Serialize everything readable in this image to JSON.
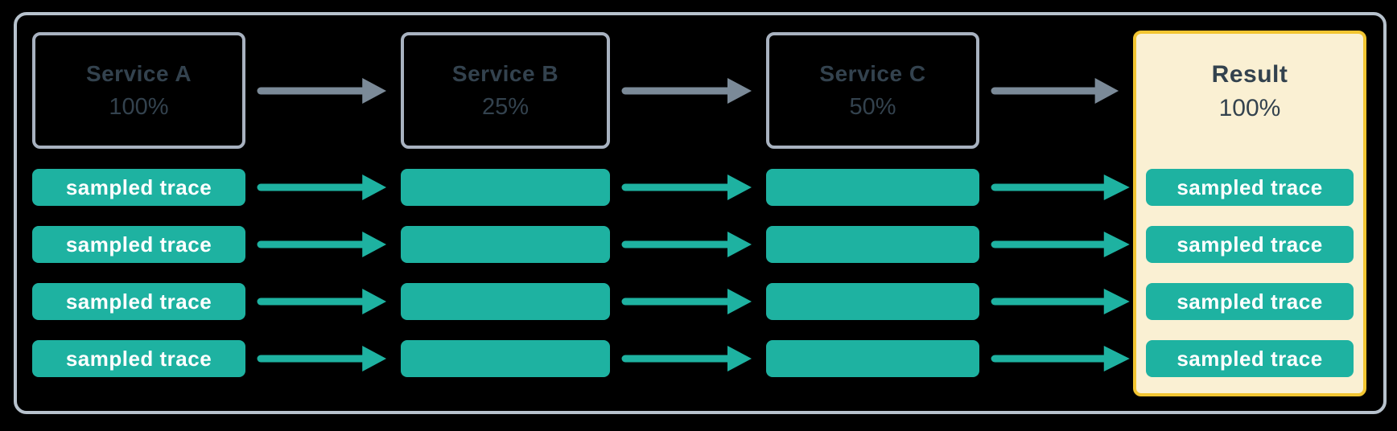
{
  "colors": {
    "background": "#000000",
    "outer_border": "#b7c2cd",
    "box_border": "#a8b2c0",
    "slate_text": "#33424e",
    "gray_arrow": "#7b8a98",
    "teal": "#1eb2a1",
    "bar_text": "#ffffff",
    "result_fill": "#faf0d3",
    "result_border": "#f2c531"
  },
  "columns": [
    {
      "name": "Service A",
      "rate": "100%",
      "bars": [
        "sampled trace",
        "sampled trace",
        "sampled trace",
        "sampled trace"
      ]
    },
    {
      "name": "Service B",
      "rate": "25%",
      "bars": [
        "",
        "",
        "",
        ""
      ]
    },
    {
      "name": "Service C",
      "rate": "50%",
      "bars": [
        "",
        "",
        "",
        ""
      ]
    }
  ],
  "result": {
    "name": "Result",
    "rate": "100%",
    "bars": [
      "sampled trace",
      "sampled trace",
      "sampled trace",
      "sampled trace"
    ]
  }
}
